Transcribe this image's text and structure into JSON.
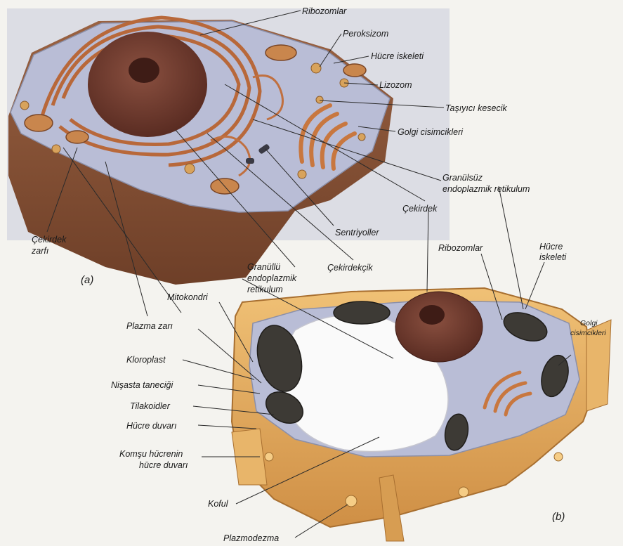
{
  "figure": {
    "panel_a_tag": "(a)",
    "panel_b_tag": "(b)"
  },
  "labels_a": {
    "ribozomlar": "Ribozomlar",
    "peroksizom": "Peroksizom",
    "hucre_iskeleti": "Hücre iskeleti",
    "lizozom": "Lizozom",
    "tasiyici_kesecik": "Taşıyıcı kesecik",
    "golgi_cisimcikleri": "Golgi cisimcikleri",
    "granulsuz_er_line1": "Granülsüz",
    "granulsuz_er_line2": "endoplazmik retikulum",
    "cekirdek": "Çekirdek",
    "sentriyoller": "Sentriyoller",
    "cekirdekcik": "Çekirdekçik",
    "granullu_er_line1": "Granüllü",
    "granullu_er_line2": "endoplazmik",
    "granullu_er_line3": "retikulum",
    "cekirdek_zarfi_line1": "Çekirdek",
    "cekirdek_zarfi_line2": "zarfı",
    "mitokondri": "Mitokondri"
  },
  "labels_b": {
    "ribozomlar": "Ribozomlar",
    "hucre_iskeleti_line1": "Hücre",
    "hucre_iskeleti_line2": "iskeleti",
    "golgi_line1": "Golgi",
    "golgi_line2": "cisimcikleri",
    "plazma_zari": "Plazma zarı",
    "kloroplast": "Kloroplast",
    "nisasta_tanecigi": "Nişasta taneciği",
    "tilakoidler": "Tilakoidler",
    "hucre_duvari": "Hücre duvarı",
    "komsu_line1": "Komşu hücrenin",
    "komsu_line2": "hücre duvarı",
    "koful": "Koful",
    "plazmodezma": "Plazmodezma"
  },
  "colors": {
    "cytoplasm": "#b9bdd6",
    "cell_base": "#8a5538",
    "nucleus": "#6e3b2f",
    "organelle": "#c8773f",
    "cell_wall": "#e2a75a",
    "chloroplast": "#3d3a35",
    "vacuole": "#fafafa"
  }
}
